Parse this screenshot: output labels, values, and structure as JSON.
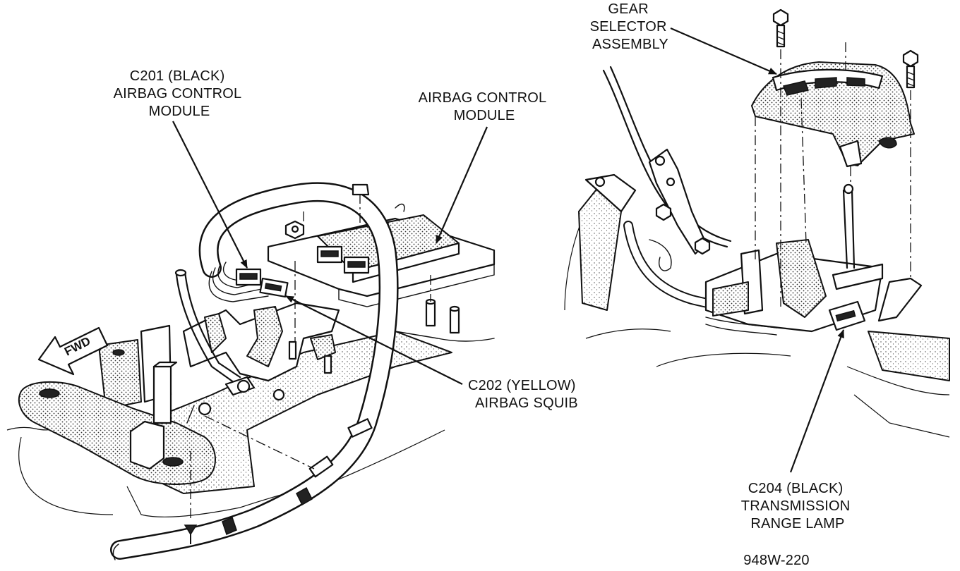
{
  "labels": {
    "c201": [
      "C201 (BLACK)",
      "AIRBAG CONTROL",
      "MODULE"
    ],
    "acm": [
      "AIRBAG CONTROL",
      "MODULE"
    ],
    "gear": [
      "GEAR",
      "SELECTOR",
      "ASSEMBLY"
    ],
    "c202": [
      "C202 (YELLOW)",
      "AIRBAG SQUIB"
    ],
    "c204": [
      "C204 (BLACK)",
      "TRANSMISSION",
      "RANGE LAMP"
    ],
    "fwd": "FWD",
    "figure_id": "948W-220"
  },
  "colors": {
    "ink": "#111111",
    "paper": "#ffffff"
  }
}
